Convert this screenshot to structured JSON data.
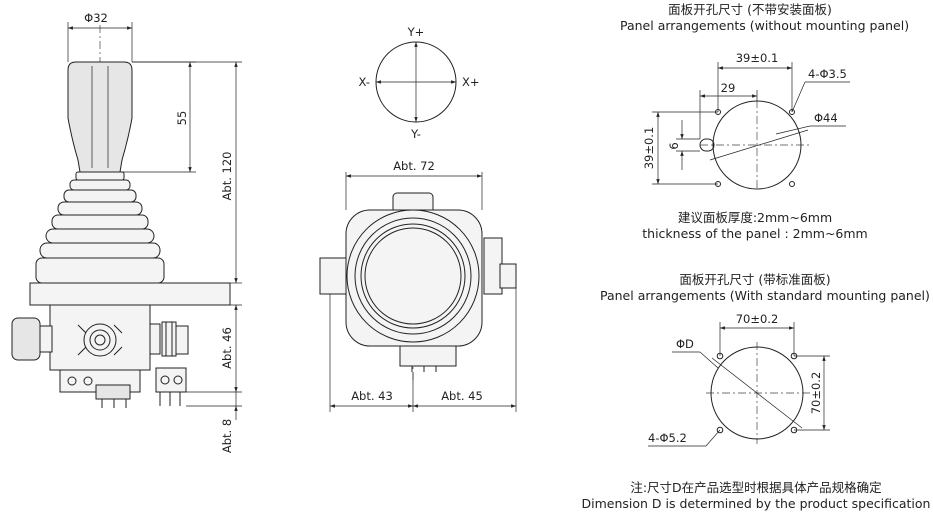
{
  "side_view": {
    "dia_handle": "Φ32",
    "dim_55": "55",
    "dim_abt120": "Abt. 120",
    "dim_abt46": "Abt. 46",
    "dim_abt8": "Abt. 8"
  },
  "axes": {
    "y_plus": "Y+",
    "y_minus": "Y-",
    "x_minus": "X-",
    "x_plus": "X+"
  },
  "top_view": {
    "abt72": "Abt. 72",
    "abt43": "Abt. 43",
    "abt45": "Abt. 45"
  },
  "panel1": {
    "title_cn": "面板开孔尺寸 (不带安装面板)",
    "title_en": "Panel arrangements (without mounting panel)",
    "d39_top": "39±0.1",
    "d29": "29",
    "d4phi35": "4-Φ3.5",
    "d_phi44": "Φ44",
    "d39_side": "39±0.1",
    "d6": "6",
    "thickness_cn": "建议面板厚度:2mm~6mm",
    "thickness_en": "thickness of the panel : 2mm~6mm"
  },
  "panel2": {
    "title_cn": "面板开孔尺寸 (带标准面板)",
    "title_en": "Panel arrangements (With standard mounting panel)",
    "d70_top": "70±0.2",
    "d_phiD": "ΦD",
    "d70_side": "70±0.2",
    "d4phi52": "4-Φ5.2"
  },
  "note": {
    "cn": "注:尺寸D在产品选型时根据具体产品规格确定",
    "en": "Dimension D is determined by the product specification"
  }
}
